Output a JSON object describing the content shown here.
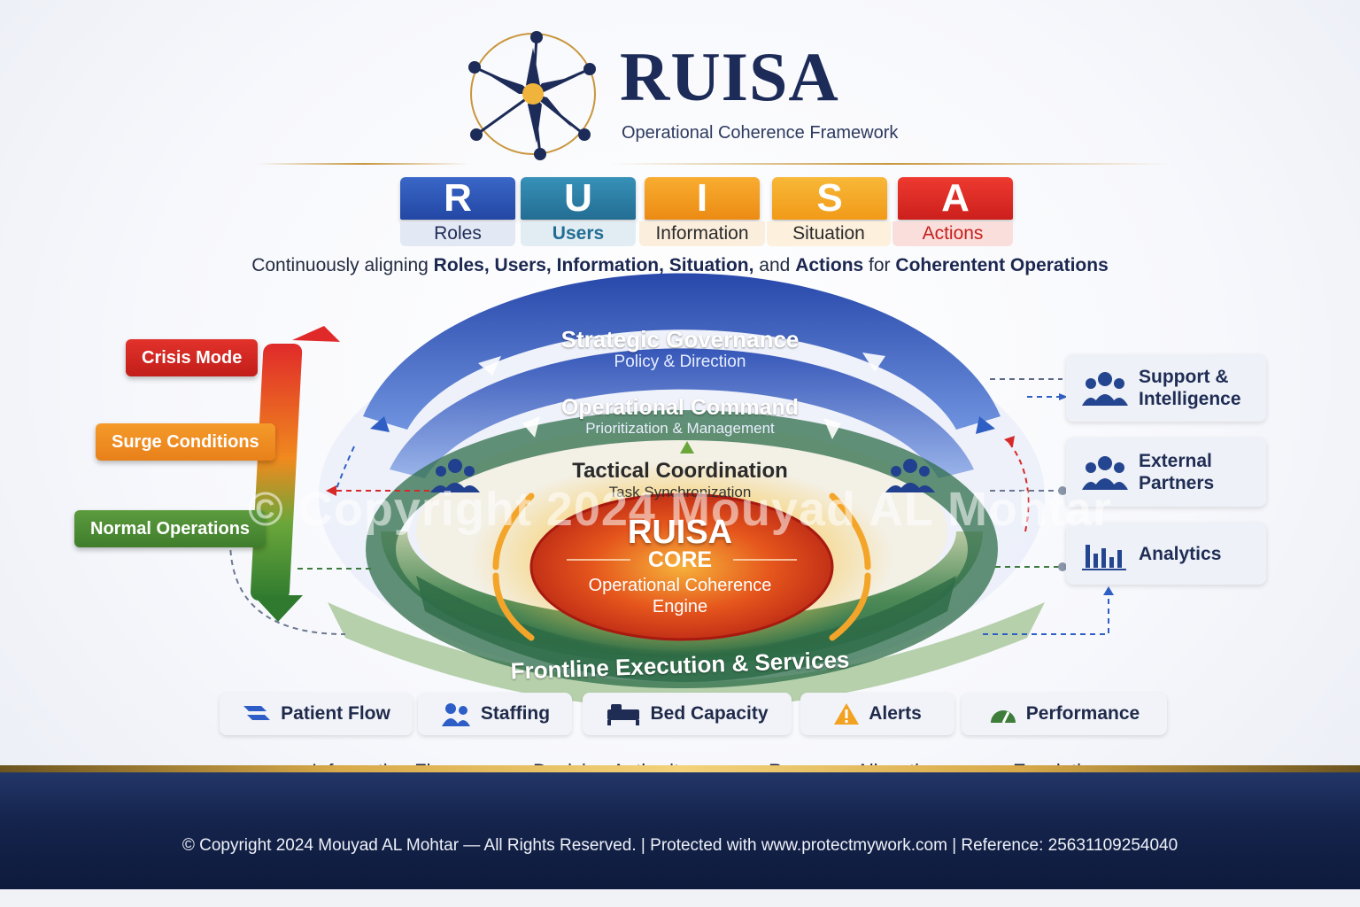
{
  "header": {
    "title": "RUISA",
    "subtitle": "Operational Coherence Framework"
  },
  "acronym": [
    {
      "letter": "R",
      "word": "Roles",
      "color": "#2d57b8"
    },
    {
      "letter": "U",
      "word": "Users",
      "color": "#2b7ea6"
    },
    {
      "letter": "I",
      "word": "Information",
      "color": "#f29a1c"
    },
    {
      "letter": "S",
      "word": "Situation",
      "color": "#f4a81e"
    },
    {
      "letter": "A",
      "word": "Actions",
      "color": "#df2b27"
    }
  ],
  "tagline": {
    "pre": "Continuously aligning ",
    "roles": "Roles,",
    "users": "Users,",
    "information": "Information,",
    "situation": "Situation,",
    "and": "and",
    "actions": "Actions",
    "for": "for",
    "target": "Coherentent Operations"
  },
  "modes": {
    "crisis": "Crisis Mode",
    "surge": "Surge Conditions",
    "normal": "Normal Operations"
  },
  "rings": {
    "strategic": {
      "title": "Strategic Governance",
      "sub": "Policy & Direction"
    },
    "operational": {
      "title": "Operational Command",
      "sub": "Prioritization & Management"
    },
    "tactical": {
      "title": "Tactical Coordination",
      "sub": "Task Synchronization"
    },
    "frontline": {
      "title": "Frontline Execution & Services"
    }
  },
  "core": {
    "title": "RUISA",
    "label": "CORE",
    "line1": "Operational Coherence",
    "line2": "Engine"
  },
  "side_panels": {
    "support": {
      "line1": "Support &",
      "line2": "Intelligence",
      "icon": "team-icon"
    },
    "external": {
      "line1": "External",
      "line2": "Partners",
      "icon": "team-icon"
    },
    "analytics": {
      "line1": "Analytics",
      "icon": "bar-chart-icon"
    }
  },
  "chips": {
    "patient_flow": "Patient Flow",
    "staffing": "Staffing",
    "bed_capacity": "Bed Capacity",
    "alerts": "Alerts",
    "performance": "Performance"
  },
  "legend": {
    "information_flow": {
      "label": "Information Flow",
      "color": "#2f5fc4"
    },
    "decision_authority": {
      "label": "Decision Authority",
      "color": "#f0a22a"
    },
    "resource_allocation": {
      "label": "Resource Allocation",
      "color": "#5f9a3a"
    },
    "escalation": {
      "label": "Escalation",
      "color": "#e02a2a"
    }
  },
  "watermark": "© Copyright 2024 Mouyad AL Mohtar",
  "footer": {
    "copyright": "© Copyright 2024 Mouyad AL Mohtar — All Rights Reserved. | Protected with www.protectmywork.com | Reference: 25631109254040"
  },
  "colors": {
    "navy": "#1c2b57",
    "gold": "#d8aa4a",
    "strategic_blue": "#2d55b5",
    "tactical_green": "#2f7a47",
    "core_red": "#d8321c"
  }
}
